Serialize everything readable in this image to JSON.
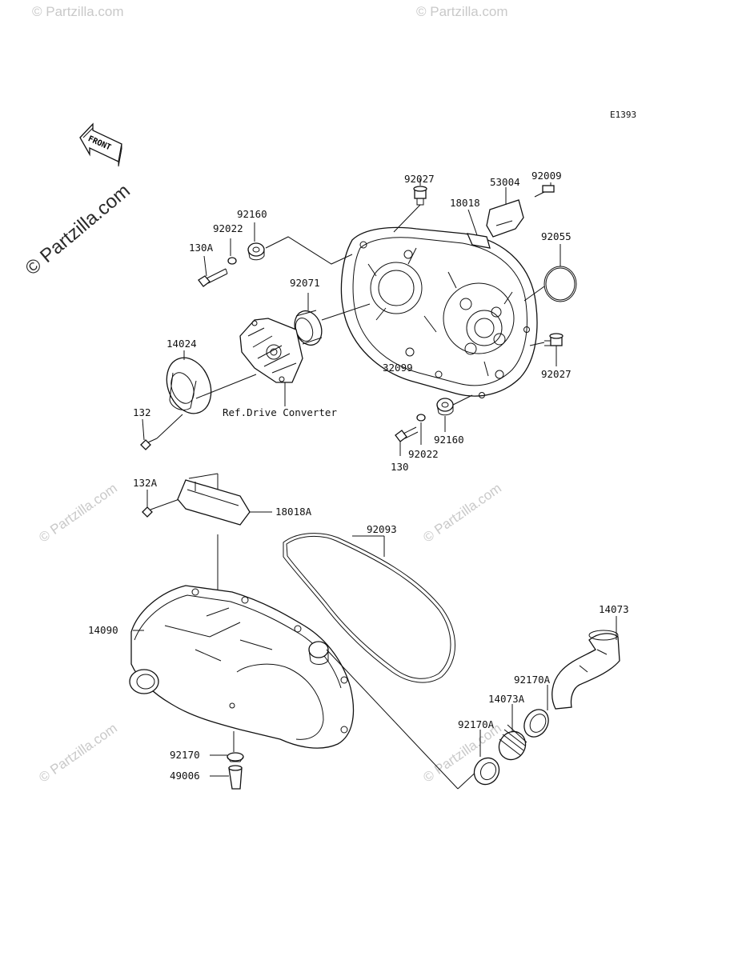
{
  "diagram_code": "E1393",
  "front_label": "FRONT",
  "watermark_main": "© Partzilla.com",
  "watermark_faint": "© Partzilla.com",
  "ref_note": "Ref.Drive Converter",
  "parts": {
    "p92027_top": "92027",
    "p53004": "53004",
    "p92009": "92009",
    "p18018": "18018",
    "p92160_top": "92160",
    "p92022_top": "92022",
    "p130A": "130A",
    "p92055": "92055",
    "p92071": "92071",
    "p14024": "14024",
    "p32099": "32099",
    "p92027_right": "92027",
    "p132": "132",
    "p92160_bottom": "92160",
    "p92022_bottom": "92022",
    "p130": "130",
    "p132A": "132A",
    "p18018A": "18018A",
    "p92093": "92093",
    "p14073": "14073",
    "p14090": "14090",
    "p92170A_upper": "92170A",
    "p14073A": "14073A",
    "p92170A_lower": "92170A",
    "p92170": "92170",
    "p49006": "49006"
  }
}
